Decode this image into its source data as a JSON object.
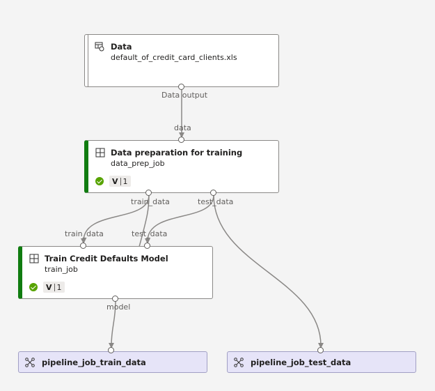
{
  "nodes": {
    "data": {
      "title": "Data",
      "subtitle": "default_of_credit_card_clients.xls",
      "icon": "dataset-icon"
    },
    "prep": {
      "title": "Data preparation for training",
      "subtitle": "data_prep_job",
      "icon": "component-icon",
      "status": "completed",
      "version_label": "V",
      "version": "1"
    },
    "train": {
      "title": "Train Credit Defaults Model",
      "subtitle": "train_job",
      "icon": "component-icon",
      "status": "completed",
      "version_label": "V",
      "version": "1"
    },
    "out_train": {
      "title": "pipeline_job_train_data",
      "icon": "pipeline-output-icon"
    },
    "out_test": {
      "title": "pipeline_job_test_data",
      "icon": "pipeline-output-icon"
    }
  },
  "ports": {
    "data_output": "Data output",
    "prep_in_data": "data",
    "prep_out_train": "train_data",
    "prep_out_test": "test_data",
    "train_in_train": "train_data",
    "train_in_test": "test_data",
    "train_out_model": "model"
  },
  "colors": {
    "completed_bar": "#107c10",
    "status_ok": "#57a300",
    "output_fill": "#e6e4f8",
    "edge": "#8a8886"
  }
}
